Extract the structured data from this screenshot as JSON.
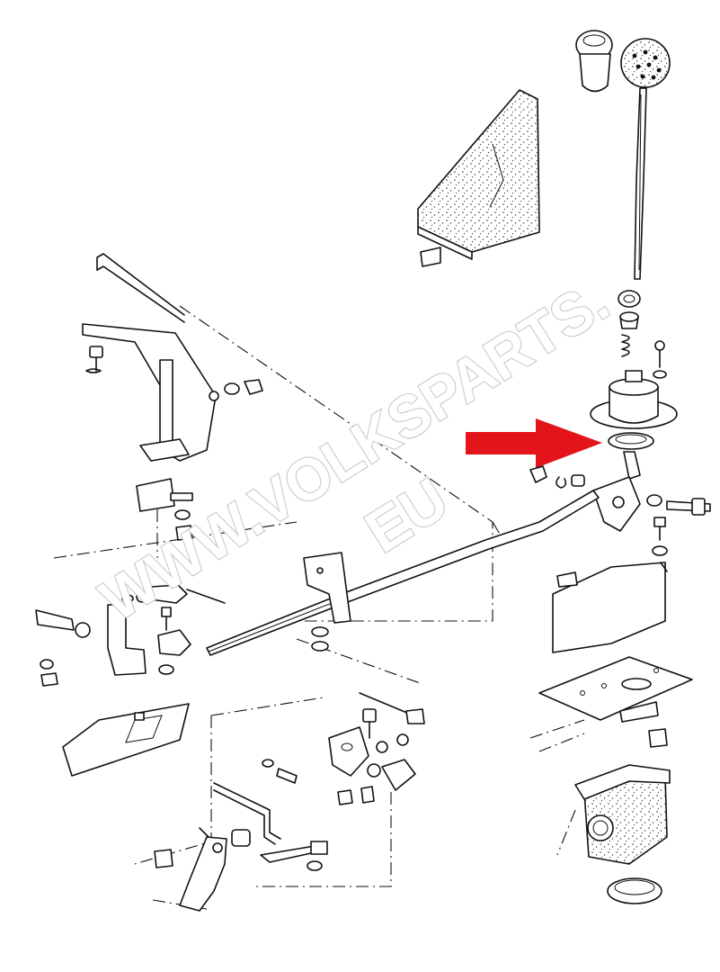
{
  "watermark": {
    "line1": "WWW.VOLKSPARTS.",
    "line2": "EU"
  },
  "highlight": {
    "arrow_color": "#e3151b",
    "target": "gear-lever-ring"
  },
  "colors": {
    "ink": "#111111",
    "background": "#ffffff",
    "watermark_stroke": "#c9c9c9"
  }
}
